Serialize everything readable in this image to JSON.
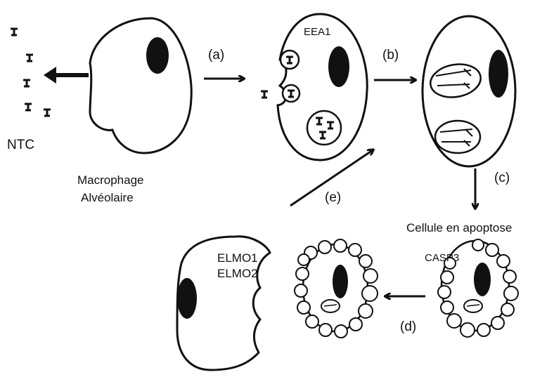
{
  "labels": {
    "ntc": "NTC",
    "macrophage_line1": "Macrophage",
    "macrophage_line2": "Alvéolaire",
    "eea1": "EEA1",
    "step_a": "(a)",
    "step_b": "(b)",
    "step_c": "(c)",
    "step_d": "(d)",
    "step_e": "(e)",
    "apoptotic_cell": "Cellule en apoptose",
    "casp3": "CASP3",
    "elmo1": "ELMO1",
    "elmo2": "ELMO2"
  },
  "colors": {
    "ink": "#111111",
    "background": "#ffffff"
  }
}
